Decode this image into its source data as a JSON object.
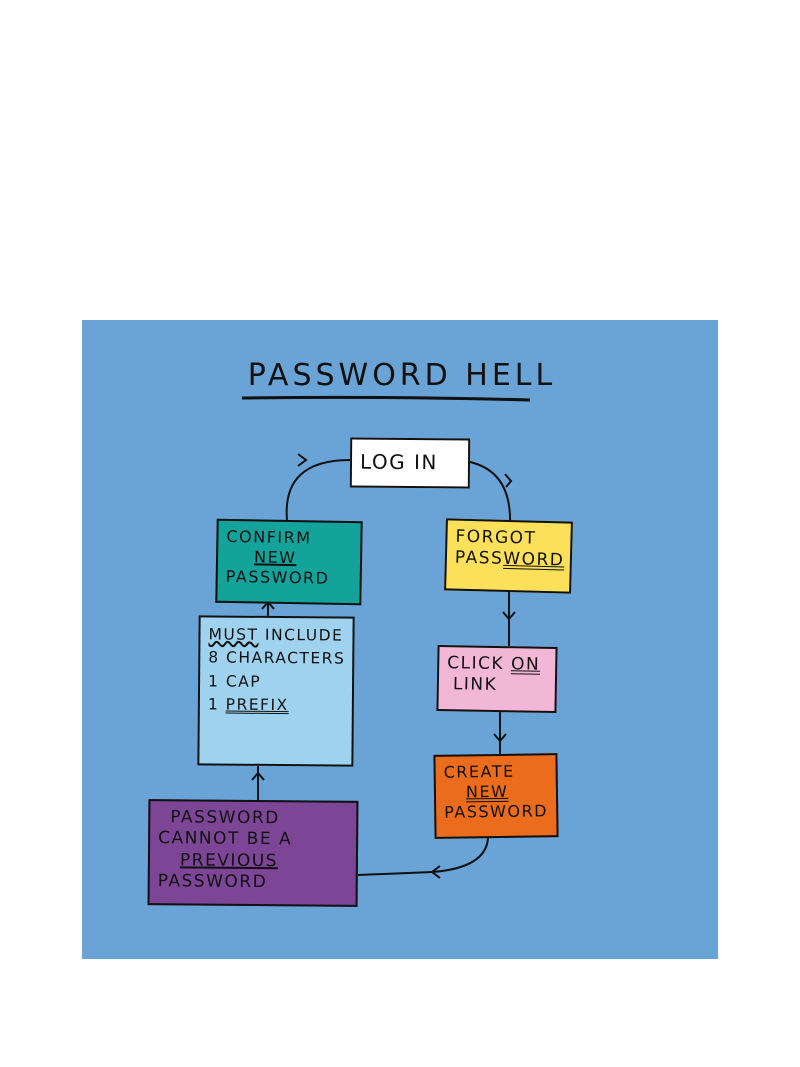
{
  "title": "PASSWORD HELL",
  "colors": {
    "background": "#6aa3d5",
    "log_in": "#ffffff",
    "forgot_password": "#fce05a",
    "click_on_link": "#f2b6d6",
    "create_new_password": "#ea6c1c",
    "previous_password": "#7d4596",
    "must_include": "#9fd2ee",
    "confirm_new_password": "#14a39a",
    "ink": "#111111"
  },
  "nodes": {
    "log_in": {
      "line1": "LOG IN"
    },
    "forgot_password": {
      "line1": "FORGOT",
      "line2a": "PASS",
      "line2b": "WORD"
    },
    "click_on_link": {
      "line1a": "CLICK ",
      "line1b": "ON",
      "line2": "LINK"
    },
    "create_new_password": {
      "line1": "CREATE",
      "line2": "NEW",
      "line3": "PASSWORD"
    },
    "previous_password": {
      "line1": "PASSWORD",
      "line2": "CANNOT BE A",
      "line3": "PREVIOUS",
      "line4": "PASSWORD"
    },
    "must_include": {
      "line1a": "MUST",
      "line1b": " INCLUDE",
      "line2": "8 CHARACTERS",
      "line3": "1 CAP",
      "line4a": "1 ",
      "line4b": "PREFIX"
    },
    "confirm_new_password": {
      "line1": "CONFIRM",
      "line2": "NEW",
      "line3": "PASSWORD"
    }
  }
}
